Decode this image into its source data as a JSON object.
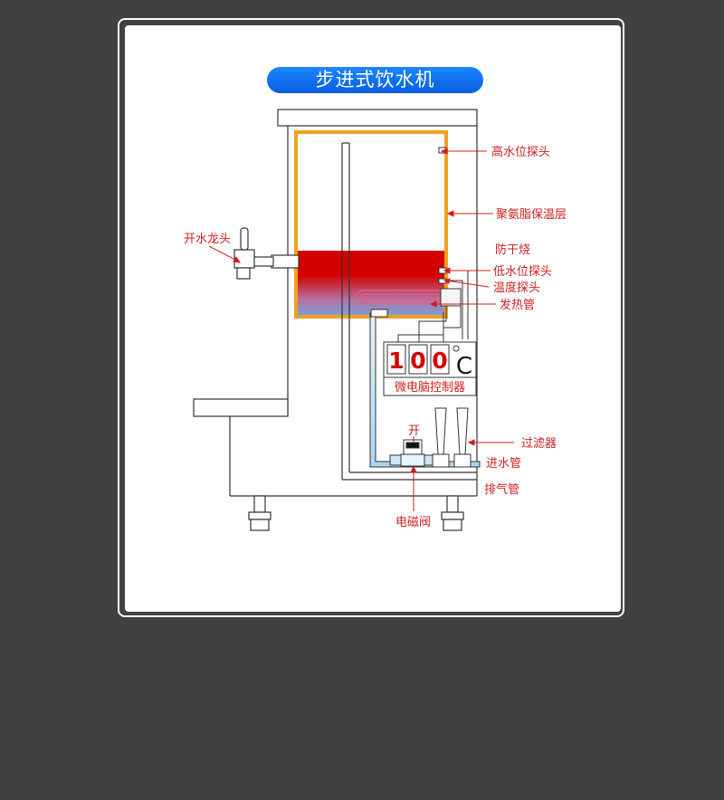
{
  "title": "步进式饮水机",
  "display": {
    "digits": [
      "1",
      "0",
      "0"
    ],
    "unit": "C",
    "controller_label": "微电脑控制器"
  },
  "labels": {
    "high_probe": "高水位探头",
    "insulation": "聚氨脂保温层",
    "tap": "开水龙头",
    "dry_burn": "防干烧",
    "low_probe": "低水位探头",
    "temp_probe": "温度探头",
    "heating_tube": "发热管",
    "filter": "过滤器",
    "open": "开",
    "inlet_pipe": "进水管",
    "vent_pipe": "排气管",
    "solenoid_valve": "电磁阀"
  },
  "colors": {
    "background": "#414141",
    "title_blue": "#1273f5",
    "insulation_orange": "#f0a020",
    "hot_water_red": "#d40000",
    "cool_water_blue": "#7f9ddb",
    "label_red": "#cc1f1f"
  }
}
